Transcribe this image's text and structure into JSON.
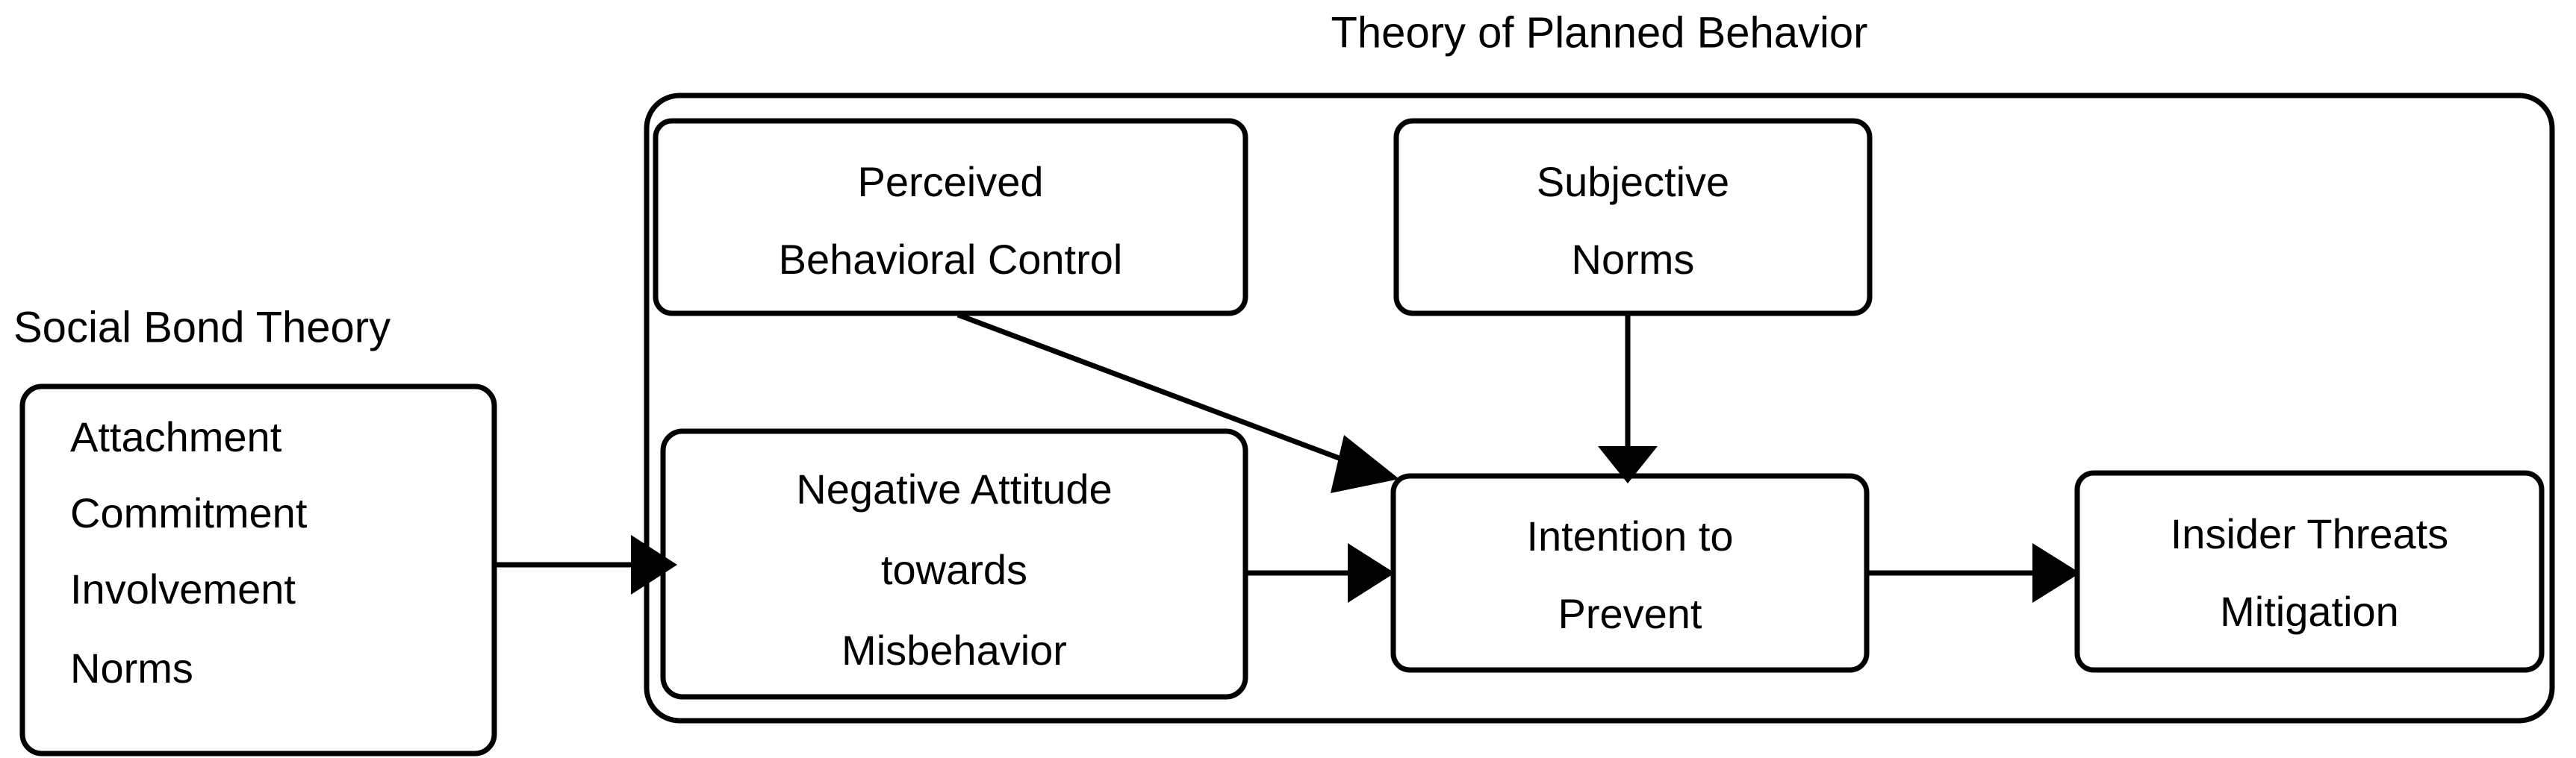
{
  "diagram": {
    "title_top": "Theory of Planned Behavior",
    "title_left": "Social Bond Theory",
    "accent_color": "#000000",
    "background_color": "#ffffff",
    "boxes": {
      "social_bond": {
        "name": "Social Bond Theory box",
        "lines": [
          "Attachment",
          "Commitment",
          "Involvement",
          "Norms"
        ]
      },
      "perceived_behavioral_control": {
        "name": "Perceived Behavioral Control box",
        "lines": [
          "Perceived",
          "Behavioral Control"
        ]
      },
      "subjective_norms": {
        "name": "Subjective Norms box",
        "lines": [
          "Subjective",
          "Norms"
        ]
      },
      "negative_attitude": {
        "name": "Negative Attitude towards Misbehavior box",
        "lines": [
          "Negative Attitude",
          "towards",
          "Misbehavior"
        ]
      },
      "intention_to_prevent": {
        "name": "Intention to Prevent box",
        "lines": [
          "Intention to",
          "Prevent"
        ]
      },
      "insider_threats_mitigation": {
        "name": "Insider Threats Mitigation box",
        "lines": [
          "Insider Threats",
          "Mitigation"
        ]
      }
    },
    "arrows": [
      {
        "from": "social_bond",
        "to": "negative_attitude",
        "style": "horizontal"
      },
      {
        "from": "perceived_behavioral_control",
        "to": "intention_to_prevent",
        "style": "diagonal"
      },
      {
        "from": "subjective_norms",
        "to": "intention_to_prevent",
        "style": "vertical"
      },
      {
        "from": "negative_attitude",
        "to": "intention_to_prevent",
        "style": "horizontal"
      },
      {
        "from": "intention_to_prevent",
        "to": "insider_threats_mitigation",
        "style": "horizontal"
      }
    ]
  }
}
